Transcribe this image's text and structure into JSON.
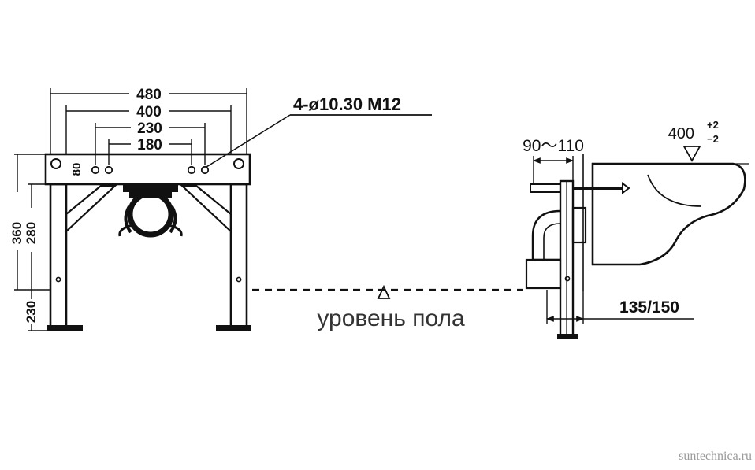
{
  "front_view": {
    "widths": {
      "w480": "480",
      "w400": "400",
      "w230": "230",
      "w180": "180"
    },
    "heights": {
      "h80": "80",
      "h280": "280",
      "h360": "360",
      "h230": "230"
    },
    "hole_callout": "4-ø10.30 M12"
  },
  "floor_label": "уровень пола",
  "side_view": {
    "depth_range": "90～110",
    "bowl_height": "400",
    "bowl_tol_upper": "+2",
    "bowl_tol_lower": "−2",
    "outlet_offset": "135/150"
  },
  "watermark": "suntechnica.ru"
}
